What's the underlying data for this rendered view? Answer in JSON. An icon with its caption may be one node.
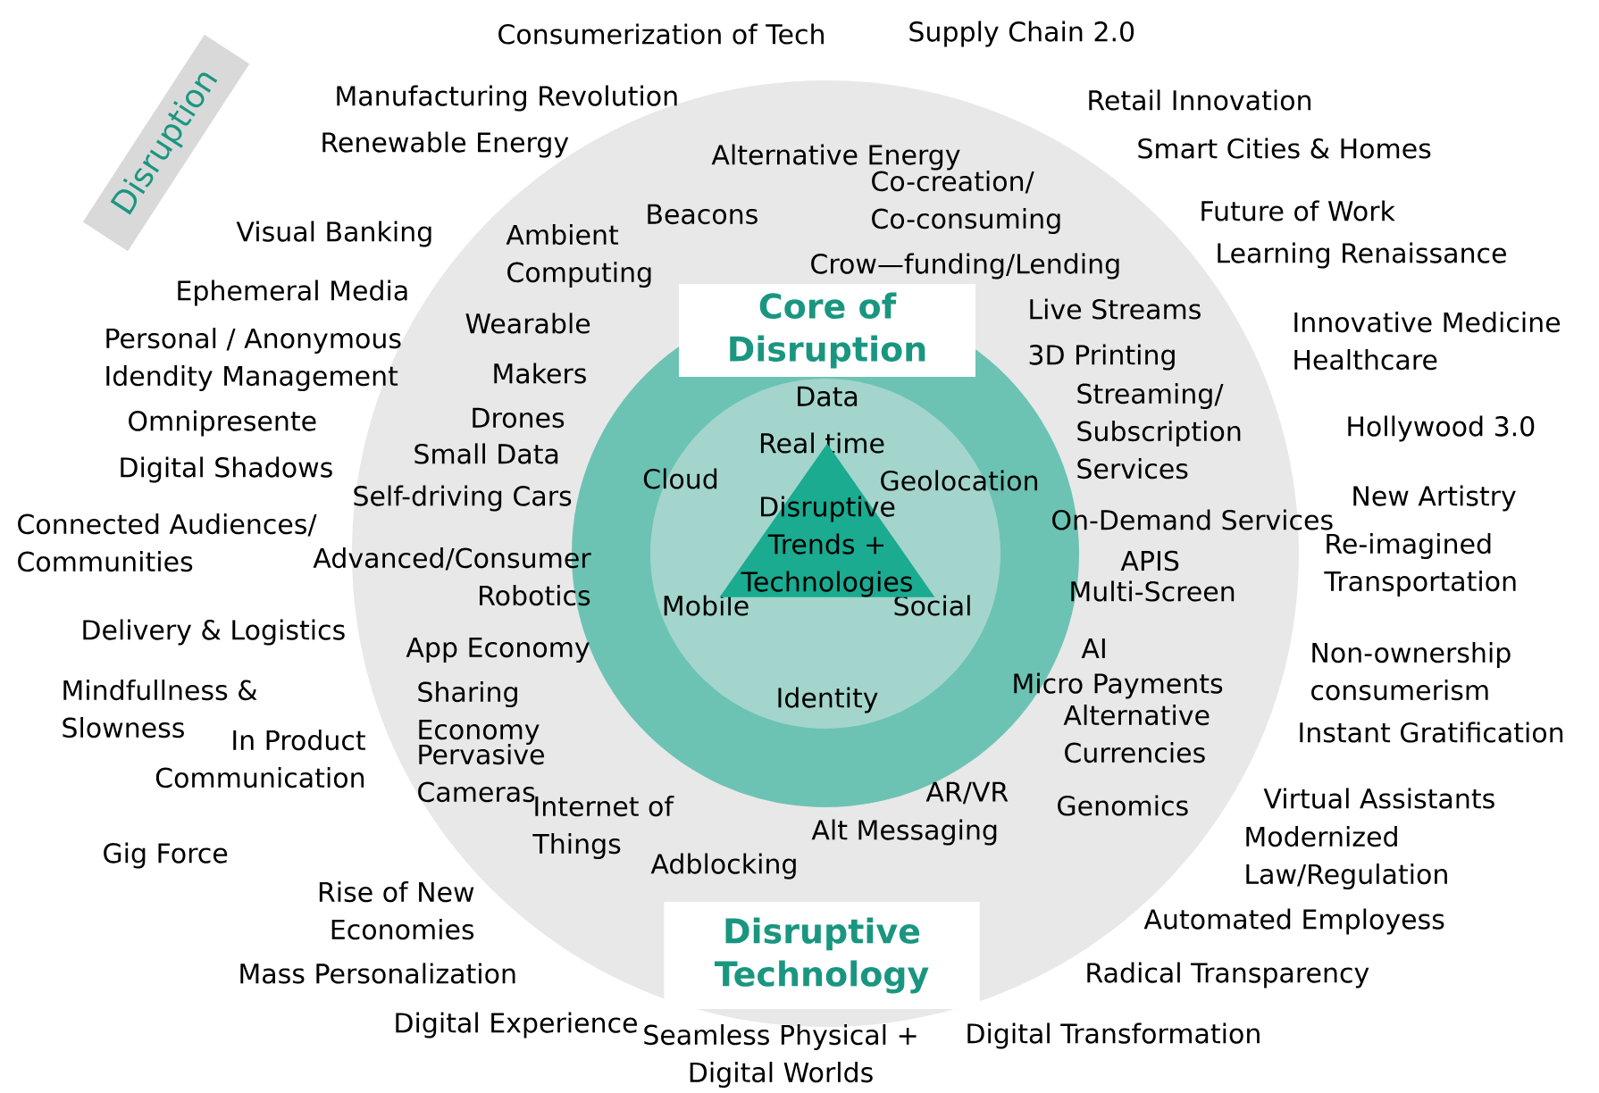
{
  "diagram": {
    "nodes": [
      {
        "text": [
          "Disruption"
        ]
      },
      {
        "text": [
          "Disruptive Technology"
        ]
      },
      {
        "text": [
          "Core of Disruption"
        ],
        "in": 1
      },
      {
        "text": [
          "Data",
          "Real time",
          "Cloud",
          "Geolocation",
          "Mobile",
          "Social",
          "Identity"
        ],
        "in": 2
      },
      {
        "text": [
          "Disruptive Trends + Technologies"
        ],
        "in": 3
      }
    ],
    "labels": [
      "Consumerization of Tech",
      "Supply Chain 2.0",
      "Manufacturing Revolution",
      "Retail Innovation",
      "Renewable Energy",
      "Alternative Energy",
      "Smart Cities & Homes",
      "Co-creation/ Co-consuming",
      "Beacons",
      "Future of Work",
      "Visual Banking",
      "Ambient Computing",
      "Learning Renaissance",
      "Crow—funding/Lending",
      "Ephemeral Media",
      "Live Streams",
      "Wearable",
      "Personal / Anonymous Idendity Management",
      "Innovative Medicine Healthcare",
      "3D Printing",
      "Makers",
      "Streaming/ Subscription Services",
      "Omnipresente",
      "Drones",
      "Hollywood 3.0",
      "Small Data",
      "Digital Shadows",
      "Self-driving Cars",
      "New Artistry",
      "On-Demand Services",
      "Connected Audiences/ Communities",
      "Advanced/Consumer Robotics",
      "Re-imagined Transportation",
      "APIS",
      "Multi-Screen",
      "Delivery & Logistics",
      "App Economy",
      "AI",
      "Non-ownership consumerism",
      "Micro Payments",
      "Mindfullness & Slowness",
      "Sharing Economy",
      "Alternative Currencies",
      "Instant Gratification",
      "In Product Communication",
      "Pervasive Cameras",
      "AR/VR",
      "Genomics",
      "Virtual Assistants",
      "Internet of Things",
      "Alt Messaging",
      "Modernized Law/Regulation",
      "Gig Force",
      "Adblocking",
      "Rise of New Economies",
      "Automated Employess",
      "Mass Personalization",
      "Radical Transparency",
      "Digital Experience",
      "Digital Transformation",
      "Seamless Physical + Digital Worlds"
    ]
  }
}
